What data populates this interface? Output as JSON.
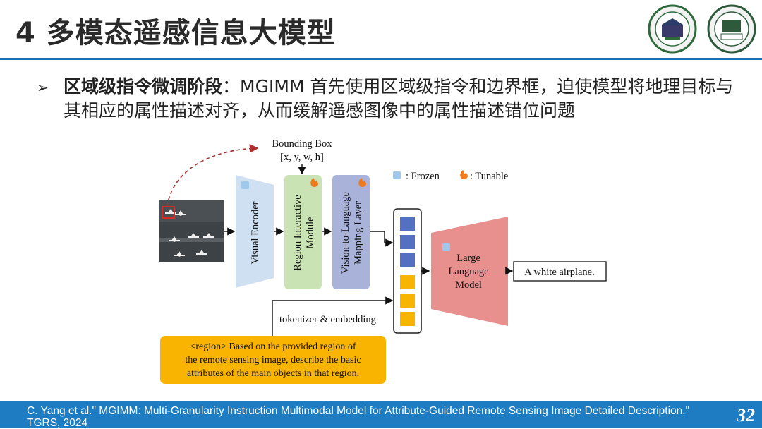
{
  "slide": {
    "title": "4 多模态遥感信息大模型",
    "bullet_bold": "区域级指令微调阶段",
    "bullet_text": "：MGIMM 首先使用区域级指令和边界框，迫使模型将地理目标与其相应的属性描述对齐，从而缓解遥感图像中的属性描述错位问题",
    "footer_citation": "C. Yang et al.\" MGIMM: Multi-Granularity Instruction Multimodal Model for Attribute-Guided Remote Sensing Image Detailed Description.\" TGRS, 2024",
    "page_number": "32"
  },
  "diagram": {
    "bbox_title": "Bounding Box",
    "bbox_coords": "[x, y, w, h]",
    "legend_frozen": ": Frozen",
    "legend_tunable": ": Tunable",
    "visual_encoder": "Visual Encoder",
    "region_module_line1": "Region Interactive",
    "region_module_line2": "Module",
    "mapping_line1": "Vision-to-Language",
    "mapping_line2": "Mapping Layer",
    "llm_line1": "Large",
    "llm_line2": "Language",
    "llm_line3": "Model",
    "output": "A white airplane.",
    "tokenizer": "tokenizer & embedding",
    "prompt_line1": "<region> Based on the provided region of",
    "prompt_line2": "the remote sensing image, describe the basic",
    "prompt_line3": "attributes of the main objects in that region.",
    "colors": {
      "encoder": "#cfe0f2",
      "region": "#c9e3b5",
      "mapping": "#a9b3d9",
      "llm": "#e8908e",
      "visual_token": "#5470c1",
      "text_token": "#f7b500",
      "prompt_box": "#f8b400"
    }
  }
}
